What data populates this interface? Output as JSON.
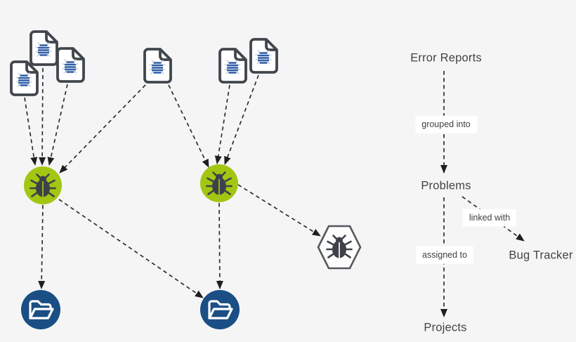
{
  "diagram": {
    "title_hint": "error reports grouped into problems, linked with bug tracker, assigned to projects",
    "colors": {
      "background": "#f5f5f6",
      "problem_green": "#a3c613",
      "project_blue": "#1a4e84",
      "document_stroke": "#41464c",
      "document_fill": "#ffffff",
      "report_lines_blue": "#2e5da5",
      "report_legs_gray": "#c3cbd6",
      "bug_dark": "#3d4249",
      "hexagon_stroke": "#54585d",
      "edge_color": "#2e2e2e",
      "label_text": "#434343",
      "edge_label_background": "#ffffff"
    },
    "nodes": {
      "error_report_documents": {
        "icon": "bug-report-document-icon",
        "count": 6,
        "groups": "cluster of 3 (top-left), single (top-middle), cluster of 2 (top-right)"
      },
      "problem_circles": {
        "icon": "bug-icon",
        "shape": "circle",
        "count": 2
      },
      "project_circles": {
        "icon": "open-folder-icon",
        "shape": "circle",
        "count": 2
      },
      "bug_tracker_hexagon": {
        "icon": "bug-icon",
        "shape": "hexagon",
        "count": 1
      }
    },
    "edges": {
      "style": "dashed with solid arrowheads",
      "document_to_problem": 7,
      "problem_to_project": 3,
      "problem_to_bug_tracker": 1
    }
  },
  "legend": {
    "error_reports": "Error Reports",
    "grouped_into": "grouped into",
    "problems": "Problems",
    "linked_with": "linked with",
    "bug_tracker": "Bug Tracker",
    "assigned_to": "assigned to",
    "projects": "Projects"
  }
}
